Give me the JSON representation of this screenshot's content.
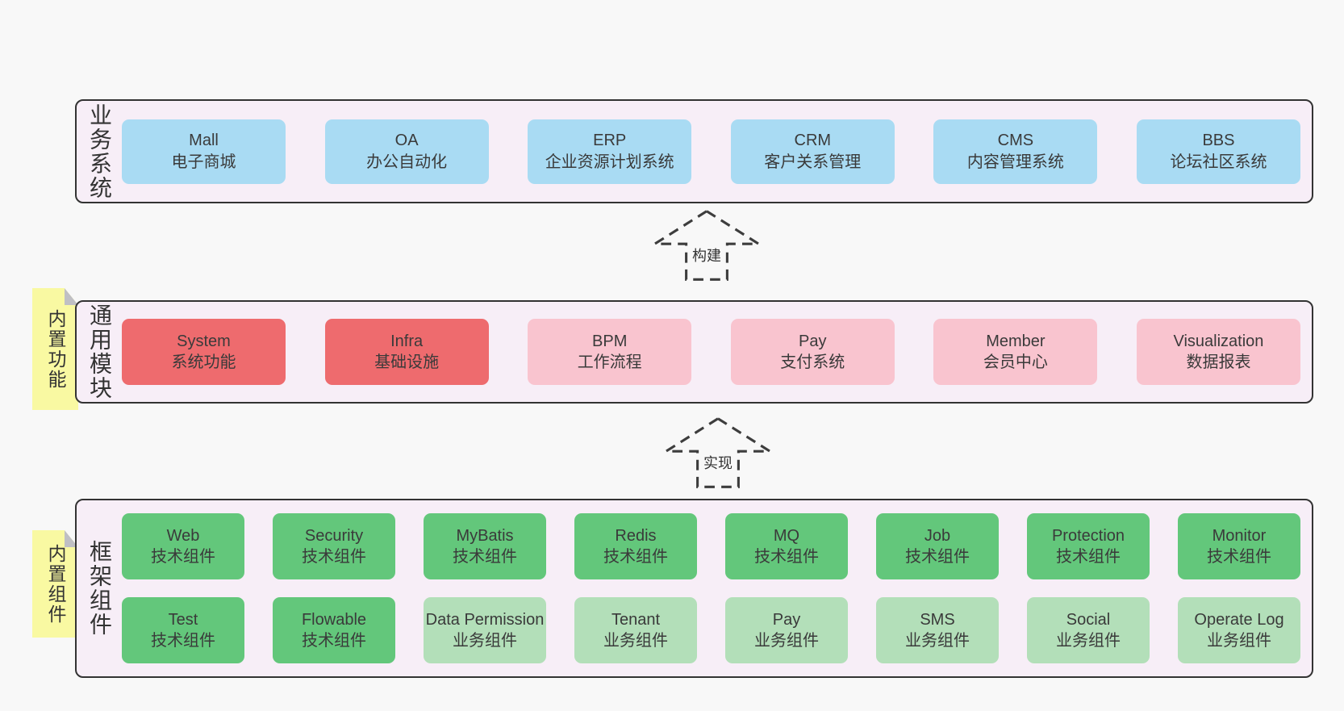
{
  "colors": {
    "page_bg": "#f8f8f8",
    "layer_bg": "#f7eef7",
    "layer_border": "#333333",
    "box_blue": "#a9dbf3",
    "box_red": "#ee6b6e",
    "box_pink": "#f9c4cf",
    "box_green_dark": "#63c77b",
    "box_green_light": "#b3dfb9",
    "tab_yellow": "#f9f9a2",
    "fold_gray": "#bfbfc4",
    "text": "#3a3a3a"
  },
  "arrows": [
    {
      "label": "构建"
    },
    {
      "label": "实现"
    }
  ],
  "layers": [
    {
      "label": "业务系统",
      "boxes": [
        {
          "name": "Mall",
          "desc": "电子商城"
        },
        {
          "name": "OA",
          "desc": "办公自动化"
        },
        {
          "name": "ERP",
          "desc": "企业资源计划系统"
        },
        {
          "name": "CRM",
          "desc": "客户关系管理"
        },
        {
          "name": "CMS",
          "desc": "内容管理系统"
        },
        {
          "name": "BBS",
          "desc": "论坛社区系统"
        }
      ]
    },
    {
      "label": "通用模块",
      "tab": "内置功能",
      "boxes": [
        {
          "name": "System",
          "desc": "系统功能"
        },
        {
          "name": "Infra",
          "desc": "基础设施"
        },
        {
          "name": "BPM",
          "desc": "工作流程"
        },
        {
          "name": "Pay",
          "desc": "支付系统"
        },
        {
          "name": "Member",
          "desc": "会员中心"
        },
        {
          "name": "Visualization",
          "desc": "数据报表"
        }
      ]
    },
    {
      "label": "框架组件",
      "tab": "内置组件",
      "rows": [
        [
          {
            "name": "Web",
            "desc": "技术组件"
          },
          {
            "name": "Security",
            "desc": "技术组件"
          },
          {
            "name": "MyBatis",
            "desc": "技术组件"
          },
          {
            "name": "Redis",
            "desc": "技术组件"
          },
          {
            "name": "MQ",
            "desc": "技术组件"
          },
          {
            "name": "Job",
            "desc": "技术组件"
          },
          {
            "name": "Protection",
            "desc": "技术组件"
          },
          {
            "name": "Monitor",
            "desc": "技术组件"
          }
        ],
        [
          {
            "name": "Test",
            "desc": "技术组件"
          },
          {
            "name": "Flowable",
            "desc": "技术组件"
          },
          {
            "name": "Data Permission",
            "desc": "业务组件"
          },
          {
            "name": "Tenant",
            "desc": "业务组件"
          },
          {
            "name": "Pay",
            "desc": "业务组件"
          },
          {
            "name": "SMS",
            "desc": "业务组件"
          },
          {
            "name": "Social",
            "desc": "业务组件"
          },
          {
            "name": "Operate Log",
            "desc": "业务组件"
          }
        ]
      ]
    }
  ]
}
